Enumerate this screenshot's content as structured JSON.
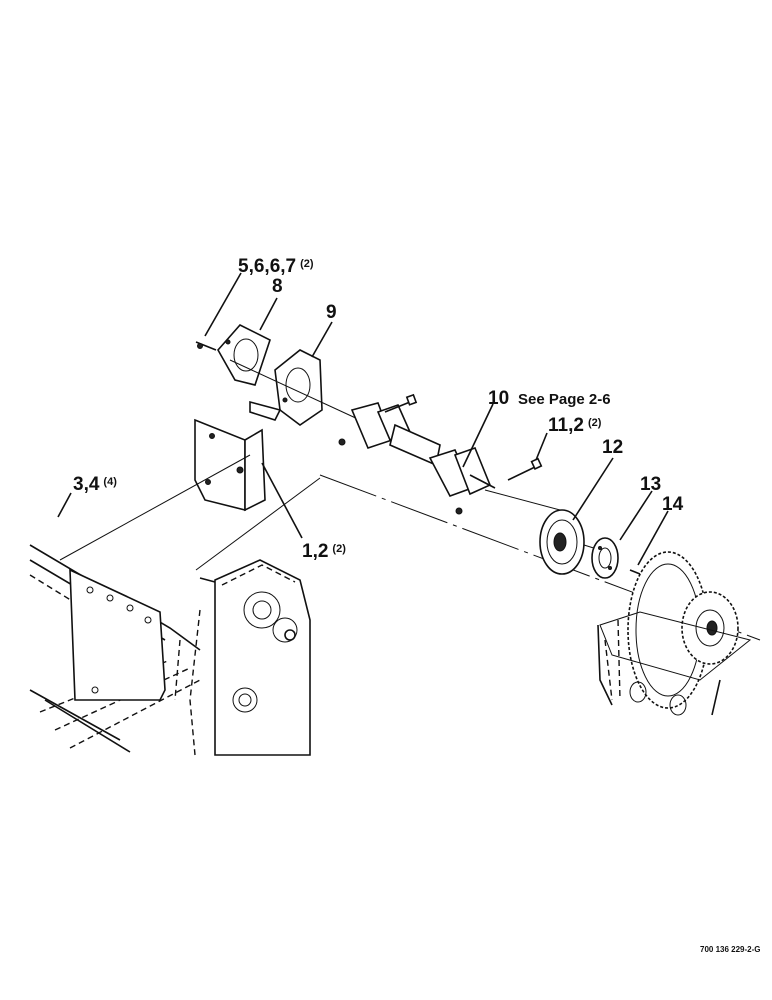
{
  "callouts": {
    "c1": {
      "label": "5,6,6,7",
      "qty": "(2)"
    },
    "c2": {
      "label": "8"
    },
    "c3": {
      "label": "9"
    },
    "c4": {
      "label": "10",
      "note": "See Page 2-6"
    },
    "c5": {
      "label": "11,2",
      "qty": "(2)"
    },
    "c6": {
      "label": "12"
    },
    "c7": {
      "label": "13"
    },
    "c8": {
      "label": "14"
    },
    "c9": {
      "label": "3,4",
      "qty": "(4)"
    },
    "c10": {
      "label": "1,2",
      "qty": "(2)"
    }
  },
  "document_id": "700 136 229-2-G"
}
